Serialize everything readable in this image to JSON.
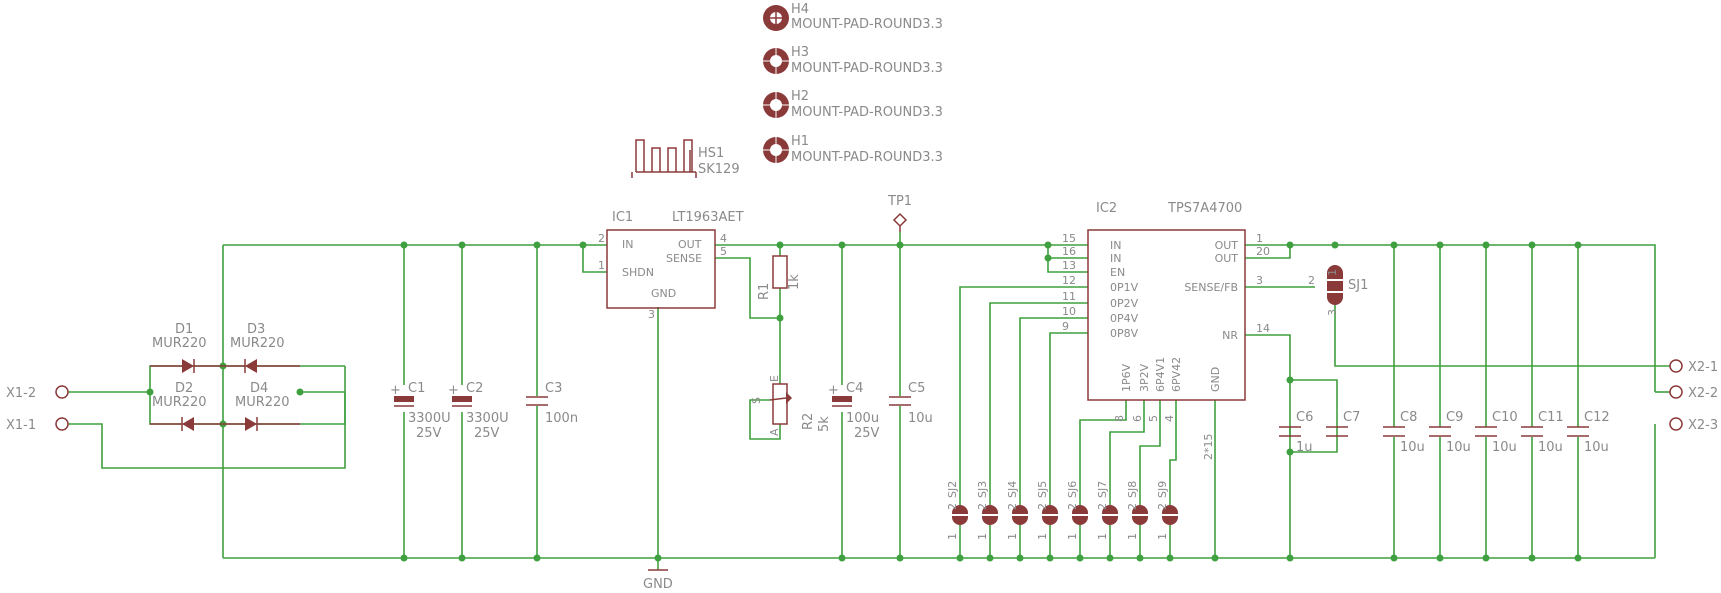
{
  "mount_pads": [
    {
      "ref": "H4",
      "value": "MOUNT-PAD-ROUND3.3"
    },
    {
      "ref": "H3",
      "value": "MOUNT-PAD-ROUND3.3"
    },
    {
      "ref": "H2",
      "value": "MOUNT-PAD-ROUND3.3"
    },
    {
      "ref": "H1",
      "value": "MOUNT-PAD-ROUND3.3"
    }
  ],
  "heatsink": {
    "ref": "HS1",
    "value": "SK129"
  },
  "connectors": {
    "x1_2": "X1-2",
    "x1_1": "X1-1",
    "x2_1": "X2-1",
    "x2_2": "X2-2",
    "x2_3": "X2-3"
  },
  "diodes": [
    {
      "ref": "D1",
      "value": "MUR220"
    },
    {
      "ref": "D3",
      "value": "MUR220"
    },
    {
      "ref": "D2",
      "value": "MUR220"
    },
    {
      "ref": "D4",
      "value": "MUR220"
    }
  ],
  "caps_in": [
    {
      "ref": "C1",
      "value": "3300U",
      "voltage": "25V"
    },
    {
      "ref": "C2",
      "value": "3300U",
      "voltage": "25V"
    },
    {
      "ref": "C3",
      "value": "100n"
    }
  ],
  "ic1": {
    "ref": "IC1",
    "part": "LT1963AET",
    "pins": {
      "in": "IN",
      "shdn": "SHDN",
      "out": "OUT",
      "sense": "SENSE",
      "gnd": "GND"
    },
    "pin_nums": {
      "in": "2",
      "shdn": "1",
      "out": "4",
      "sense": "5",
      "gnd": "3"
    }
  },
  "r1": {
    "ref": "R1",
    "value": "1k"
  },
  "r2": {
    "ref": "R2",
    "value": "5k",
    "pin_s": "S",
    "pin_e": "E",
    "pin_a": "A"
  },
  "c4": {
    "ref": "C4",
    "value": "100u",
    "voltage": "25V"
  },
  "c5": {
    "ref": "C5",
    "value": "10u"
  },
  "tp1": "TP1",
  "gnd": "GND",
  "ic2": {
    "ref": "IC2",
    "part": "TPS7A4700",
    "left_pins": [
      "IN",
      "IN",
      "EN",
      "0P1V",
      "0P2V",
      "0P4V",
      "0P8V"
    ],
    "left_nums": [
      "15",
      "16",
      "13",
      "12",
      "11",
      "10",
      "9"
    ],
    "right_pins": [
      "OUT",
      "OUT",
      "SENSE/FB",
      "NR"
    ],
    "right_nums": [
      "1",
      "20",
      "3",
      "14"
    ],
    "bottom_pins": [
      "1P6V",
      "3P2V",
      "6P4V1",
      "6PV42",
      "GND"
    ],
    "bottom_nums": [
      "8",
      "6",
      "5",
      "4",
      "2*15"
    ]
  },
  "sj1": {
    "ref": "SJ1",
    "pin1": "1",
    "pin2": "2",
    "pin3": "3"
  },
  "sjs": [
    "SJ2",
    "SJ3",
    "SJ4",
    "SJ5",
    "SJ6",
    "SJ7",
    "SJ8",
    "SJ9"
  ],
  "sj_pin1": "1",
  "sj_pin2": "2",
  "caps_out": [
    {
      "ref": "C6",
      "value": "1u"
    },
    {
      "ref": "C7",
      "value": ""
    },
    {
      "ref": "C8",
      "value": "10u"
    },
    {
      "ref": "C9",
      "value": "10u"
    },
    {
      "ref": "C10",
      "value": "10u"
    },
    {
      "ref": "C11",
      "value": "10u"
    },
    {
      "ref": "C12",
      "value": "10u"
    }
  ],
  "colors": {
    "wire": "#3fa03f",
    "part": "#8b3a3a",
    "text": "#8a8a8a"
  }
}
